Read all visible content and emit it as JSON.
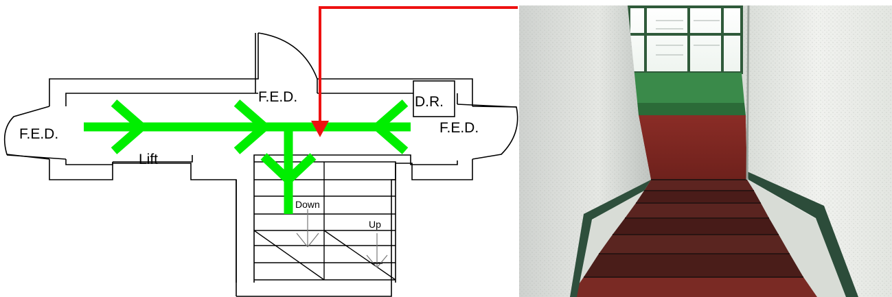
{
  "plan": {
    "labels": {
      "fed_left": "F.E.D.",
      "fed_center": "F.E.D.",
      "fed_right": "F.E.D.",
      "dr": "D.R.",
      "lift": "Lift",
      "down": "Down",
      "up": "Up"
    }
  },
  "photo": {
    "subject": "stairwell-photo"
  },
  "colors": {
    "flow_arrows": "#00ee00",
    "pointer": "#ee1111",
    "walls": "#000000"
  }
}
